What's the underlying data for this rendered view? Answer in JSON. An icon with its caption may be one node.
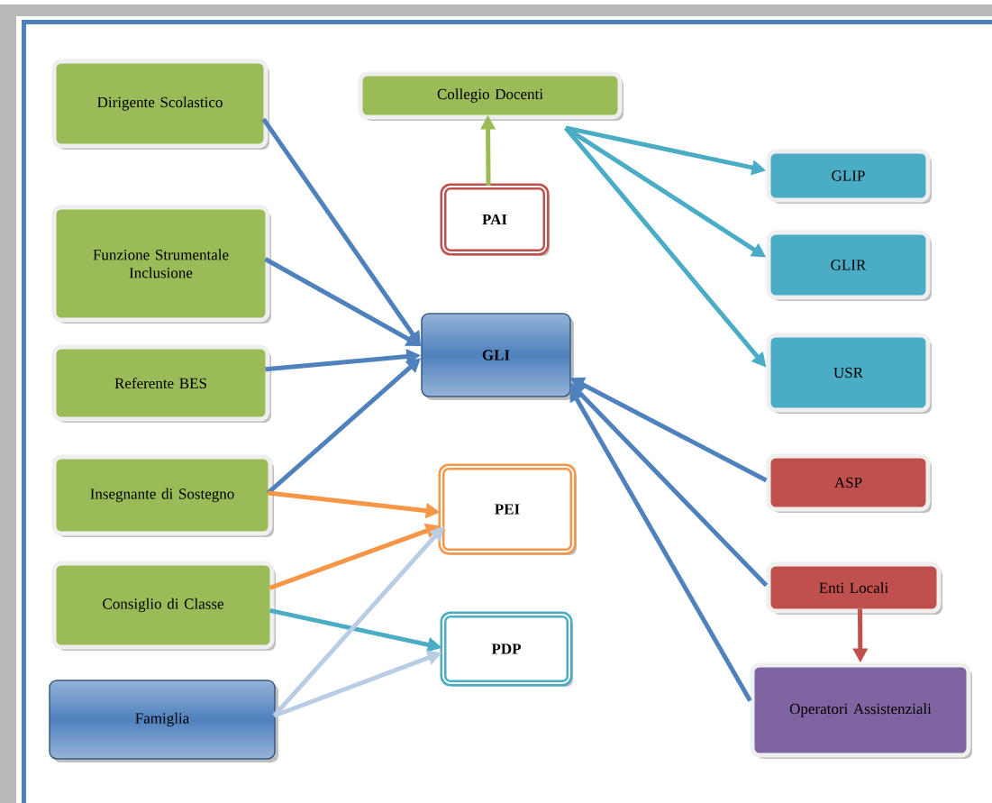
{
  "diagram": {
    "nodes": [
      {
        "text": [
          "Dirigente Scolastico"
        ]
      },
      {
        "text": [
          "Collegio Docenti"
        ]
      },
      {
        "text": [
          "GLIP"
        ]
      },
      {
        "text": [
          "PAI"
        ]
      },
      {
        "text": [
          "GLIR"
        ]
      },
      {
        "text": [
          "Funzione Strumentale Inclusione"
        ]
      },
      {
        "text": [
          "GLI"
        ]
      },
      {
        "text": [
          "USR"
        ]
      },
      {
        "text": [
          "Referente BES"
        ]
      },
      {
        "text": [
          "ASP"
        ]
      },
      {
        "text": [
          "Insegnante di Sostegno"
        ]
      },
      {
        "text": [
          "PEI"
        ]
      },
      {
        "text": [
          "Enti Locali"
        ]
      },
      {
        "text": [
          "Consiglio di Classe"
        ]
      },
      {
        "text": [
          "PDP"
        ]
      },
      {
        "text": [
          "Operatori Assistenziali"
        ]
      },
      {
        "text": [
          "Famiglia"
        ]
      }
    ],
    "edges": [
      {
        "from": 0,
        "to": 6,
        "arrow": "to"
      },
      {
        "from": 5,
        "to": 6,
        "arrow": "to"
      },
      {
        "from": 8,
        "to": 6,
        "arrow": "to"
      },
      {
        "from": 10,
        "to": 6,
        "arrow": "to"
      },
      {
        "from": 10,
        "to": 11,
        "arrow": "to",
        "color": "#f79646"
      },
      {
        "from": 13,
        "to": 11,
        "arrow": "to",
        "color": "#f79646"
      },
      {
        "from": 13,
        "to": 14,
        "arrow": "to",
        "color": "#4bacc6"
      },
      {
        "from": 16,
        "to": 11,
        "arrow": "to",
        "color": "#b9cde5"
      },
      {
        "from": 16,
        "to": 14,
        "arrow": "to",
        "color": "#b9cde5"
      },
      {
        "from": 3,
        "to": 1,
        "arrow": "to",
        "color": "#9bbb59"
      },
      {
        "from": 1,
        "to": 2,
        "arrow": "to",
        "color": "#4bacc6"
      },
      {
        "from": 1,
        "to": 4,
        "arrow": "to",
        "color": "#4bacc6"
      },
      {
        "from": 1,
        "to": 7,
        "arrow": "to",
        "color": "#4bacc6"
      },
      {
        "from": 9,
        "to": 6,
        "arrow": "to"
      },
      {
        "from": 12,
        "to": 6,
        "arrow": "to"
      },
      {
        "from": 15,
        "to": 6,
        "arrow": "to"
      },
      {
        "from": 12,
        "to": 15,
        "arrow": "to",
        "color": "#c0504d"
      }
    ]
  }
}
